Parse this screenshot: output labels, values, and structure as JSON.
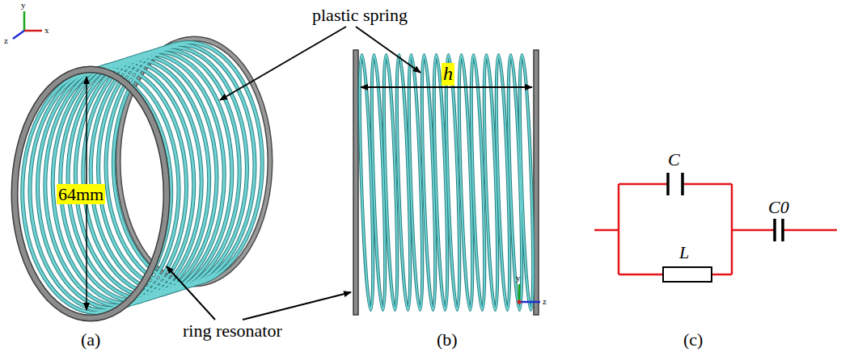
{
  "diagram": {
    "labels": [
      "plastic spring",
      "y",
      "z",
      "x",
      "64mm",
      "h",
      "C",
      "C0",
      "L",
      "y",
      "z",
      "ring resonator",
      "(a)",
      "(b)",
      "(c)"
    ]
  }
}
